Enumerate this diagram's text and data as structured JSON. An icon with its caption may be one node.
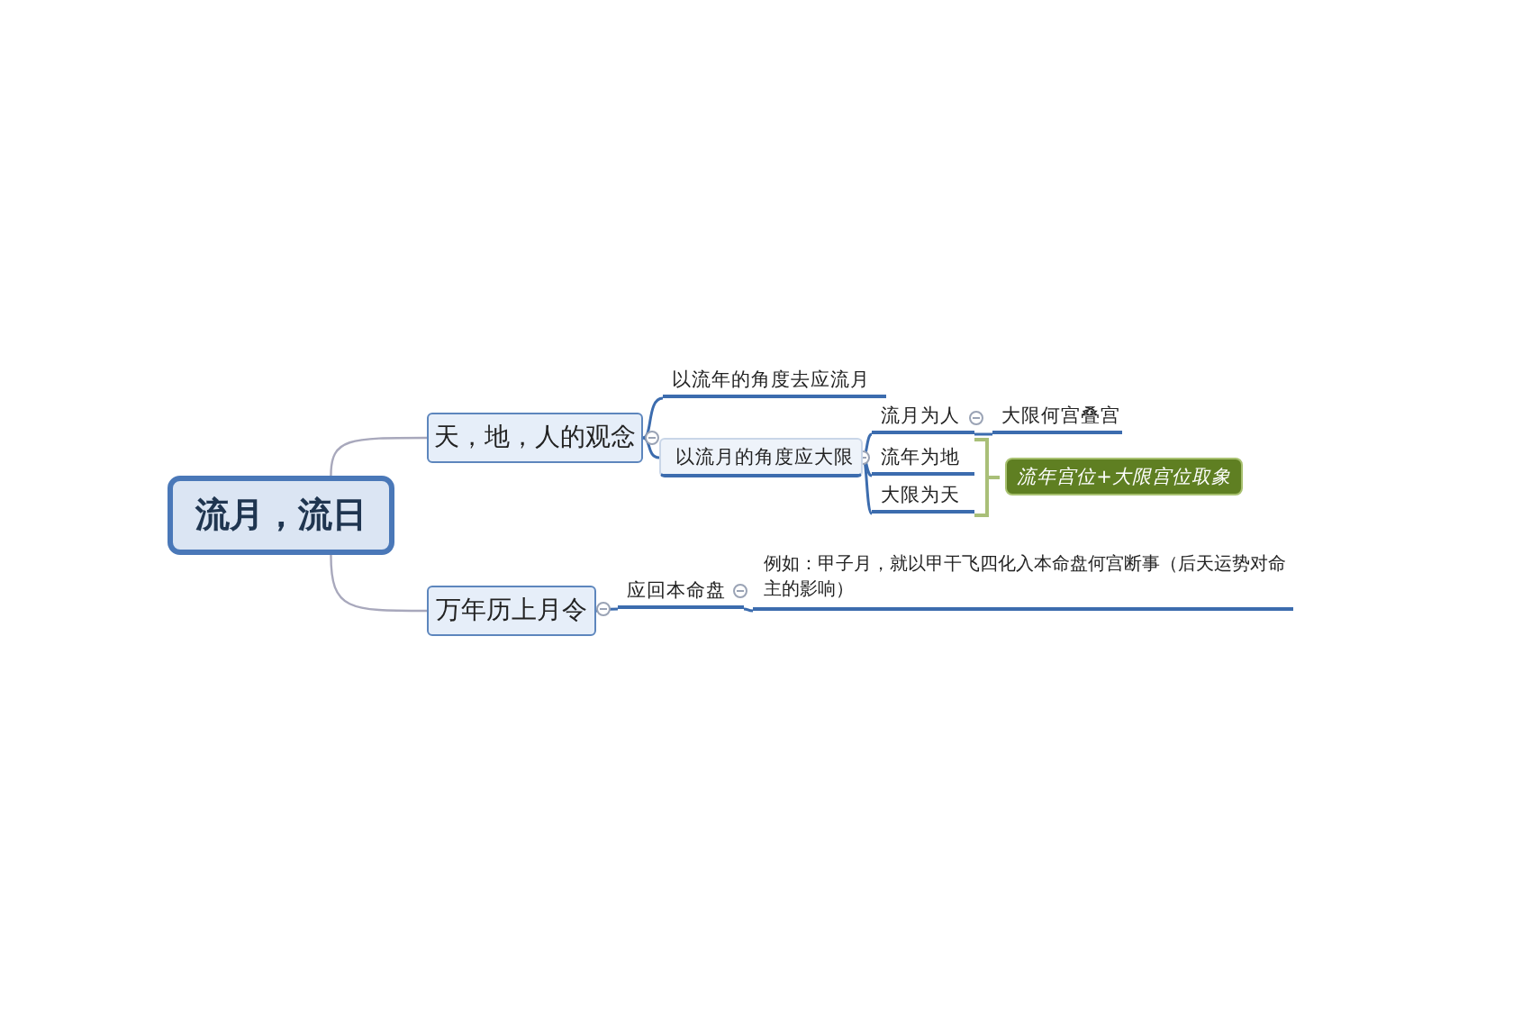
{
  "diagram": {
    "nodes": [
      {
        "text": [
          "流月，流日"
        ]
      },
      {
        "text": [
          "天，地，人的观念"
        ]
      },
      {
        "text": [
          "万年历上月令"
        ]
      },
      {
        "text": [
          "以流年的角度去应流月"
        ]
      },
      {
        "text": [
          "以流月的角度应大限"
        ]
      },
      {
        "text": [
          "流月为人"
        ]
      },
      {
        "text": [
          "流年为地"
        ]
      },
      {
        "text": [
          "大限为天"
        ]
      },
      {
        "text": [
          "大限何宫叠宫"
        ]
      },
      {
        "text": [
          "流年宫位+大限宫位取象"
        ]
      },
      {
        "text": [
          "应回本命盘"
        ]
      },
      {
        "text": [
          "例如：甲子月，就以甲干飞四化入本命盘何宫断事（后天运势对命主的影响）"
        ]
      }
    ],
    "edges": [
      {
        "from": 0,
        "to": 1,
        "arrow": "none",
        "color": "#a8a8bc"
      },
      {
        "from": 0,
        "to": 2,
        "arrow": "none",
        "color": "#a8a8bc"
      },
      {
        "from": 1,
        "to": 3,
        "arrow": "none"
      },
      {
        "from": 1,
        "to": 4,
        "arrow": "none"
      },
      {
        "from": 4,
        "to": 5,
        "arrow": "none"
      },
      {
        "from": 4,
        "to": 6,
        "arrow": "none"
      },
      {
        "from": 4,
        "to": 7,
        "arrow": "none"
      },
      {
        "from": 5,
        "to": 8,
        "arrow": "none"
      },
      {
        "from": 2,
        "to": 10,
        "arrow": "none"
      },
      {
        "from": 10,
        "to": 11,
        "arrow": "none"
      }
    ]
  }
}
